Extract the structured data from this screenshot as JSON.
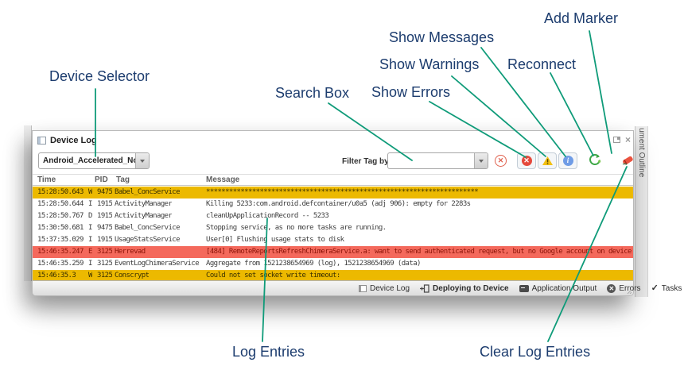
{
  "annotations": {
    "label_color": "#1c3c6e",
    "line_color": "#0f9b79",
    "labels": {
      "device_selector": "Device Selector",
      "search_box": "Search Box",
      "show_messages": "Show Messages",
      "show_warnings": "Show Warnings",
      "show_errors": "Show Errors",
      "reconnect": "Reconnect",
      "add_marker": "Add Marker",
      "log_entries": "Log Entries",
      "clear_log_entries": "Clear Log Entries"
    }
  },
  "window": {
    "title": "Device Log",
    "device_selector": {
      "value": "Android_Accelerated_Nougat"
    },
    "filter": {
      "label": "Filter Tag by:",
      "value": ""
    },
    "toolbar_icons": [
      "clear-filter-icon",
      "show-errors-toggle",
      "show-warnings-toggle",
      "show-messages-toggle",
      "reconnect-icon",
      "add-marker-flag-icon",
      "clear-log-eraser-icon"
    ],
    "icon_glyphs": {
      "error": "✕",
      "warning": "!",
      "info": "i",
      "clear_filter": "✕"
    }
  },
  "table": {
    "columns": [
      "Time",
      "PID",
      "Tag",
      "Message"
    ],
    "rows": [
      {
        "time": "15:28:50.643",
        "level": "W",
        "pid": "9475",
        "tag": "Babel_ConcService",
        "message": "***********************************************************************",
        "type": "warning"
      },
      {
        "time": "15:28:50.644",
        "level": "I",
        "pid": "1915",
        "tag": "ActivityManager",
        "message": "Killing 5233:com.android.defcontainer/u0a5 (adj 906): empty for 2283s",
        "type": "normal"
      },
      {
        "time": "15:28:50.767",
        "level": "D",
        "pid": "1915",
        "tag": "ActivityManager",
        "message": "cleanUpApplicationRecord -- 5233",
        "type": "normal"
      },
      {
        "time": "15:30:50.681",
        "level": "I",
        "pid": "9475",
        "tag": "Babel_ConcService",
        "message": "Stopping service, as no more tasks are running.",
        "type": "normal"
      },
      {
        "time": "15:37:35.029",
        "level": "I",
        "pid": "1915",
        "tag": "UsageStatsService",
        "message": "User[0] Flushing usage stats to disk",
        "type": "normal"
      },
      {
        "time": "15:46:35.247",
        "level": "E",
        "pid": "3125",
        "tag": "Herrevad",
        "message": "[484] RemoteReportsRefreshChimeraService.a: want to send authenticated request, but no Google account on device",
        "type": "error"
      },
      {
        "time": "15:46:35.259",
        "level": "I",
        "pid": "3125",
        "tag": "EventLogChimeraService",
        "message": "Aggregate from 1521238654969 (log), 1521238654969 (data)",
        "type": "normal"
      },
      {
        "time": "15:46:35.3",
        "level": "W",
        "pid": "3125",
        "tag": "Conscrypt",
        "message": "Could not set socket write timeout:",
        "type": "warning"
      }
    ]
  },
  "statusbar": {
    "tabs": [
      {
        "label": "Device Log",
        "icon": "panel-icon"
      },
      {
        "label": "Deploying to Device",
        "icon": "deploy-icon",
        "bold": true
      },
      {
        "label": "Application Output",
        "icon": "output-icon"
      },
      {
        "label": "Errors",
        "icon": "error-circle-icon"
      },
      {
        "label": "Tasks",
        "icon": "check-icon"
      }
    ]
  },
  "side_panel": {
    "label": "ument Outline"
  },
  "colors": {
    "warning_row": "#ecb900",
    "error_row": "#f4695c",
    "accent_line": "#0f9b79",
    "annotation_text": "#1c3c6e"
  }
}
